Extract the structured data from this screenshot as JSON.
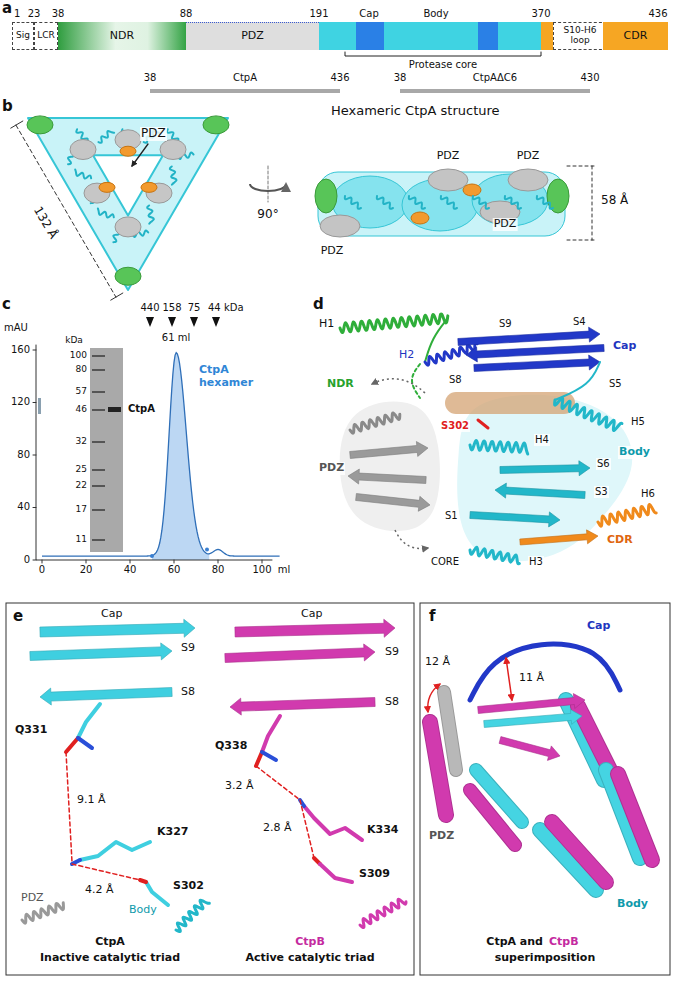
{
  "diagram": {
    "nodes": [
      {
        "text": [
          "Sig"
        ]
      },
      {
        "text": [
          "LCR"
        ]
      },
      {
        "text": [
          "NDR"
        ]
      },
      {
        "text": [
          "PDZ"
        ]
      },
      {
        "text": [
          "S10-H6 loop"
        ]
      },
      {
        "text": [
          "CDR"
        ]
      }
    ],
    "labels": [
      "a",
      "1",
      "23",
      "38",
      "88",
      "191",
      "Cap",
      "Body",
      "370",
      "436",
      "Protease core",
      "38",
      "CtpA",
      "436",
      "38",
      "CtpAΔC6",
      "430",
      "b",
      "Hexameric CtpA structure",
      "132 Å",
      "PDZ",
      "90°",
      "PDZ",
      "PDZ",
      "PDZ",
      "PDZ",
      "58 Å",
      "c",
      "mAU",
      "160",
      "120",
      "80",
      "40",
      "0",
      "0",
      "20",
      "40",
      "60",
      "80",
      "100",
      "ml",
      "kDa",
      "100",
      "80",
      "57",
      "46",
      "32",
      "25",
      "22",
      "17",
      "11",
      "CtpA",
      "440",
      "158",
      "75",
      "44 kDa",
      "61 ml",
      "CtpA hexamer",
      "d",
      "H1",
      "NDR",
      "H2",
      "Cap",
      "S9",
      "S4",
      "S8",
      "S5",
      "H5",
      "S302",
      "Body",
      "PDZ",
      "H4",
      "S6",
      "S3",
      "H6",
      "S1",
      "CDR",
      "CORE",
      "H3",
      "e",
      "Cap",
      "S9",
      "S8",
      "Q331",
      "9.1 Å",
      "K327",
      "4.2 Å",
      "S302",
      "PDZ",
      "Body",
      "CtpA",
      "Inactive catalytic triad",
      "Cap",
      "S9",
      "S8",
      "Q338",
      "3.2 Å",
      "K334",
      "2.8 Å",
      "S309",
      "CtpB",
      "Active catalytic triad",
      "f",
      "12 Å",
      "11 Å",
      "Cap",
      "PDZ",
      "Body",
      "CtpA and",
      "CtpB",
      "superimposition"
    ]
  }
}
